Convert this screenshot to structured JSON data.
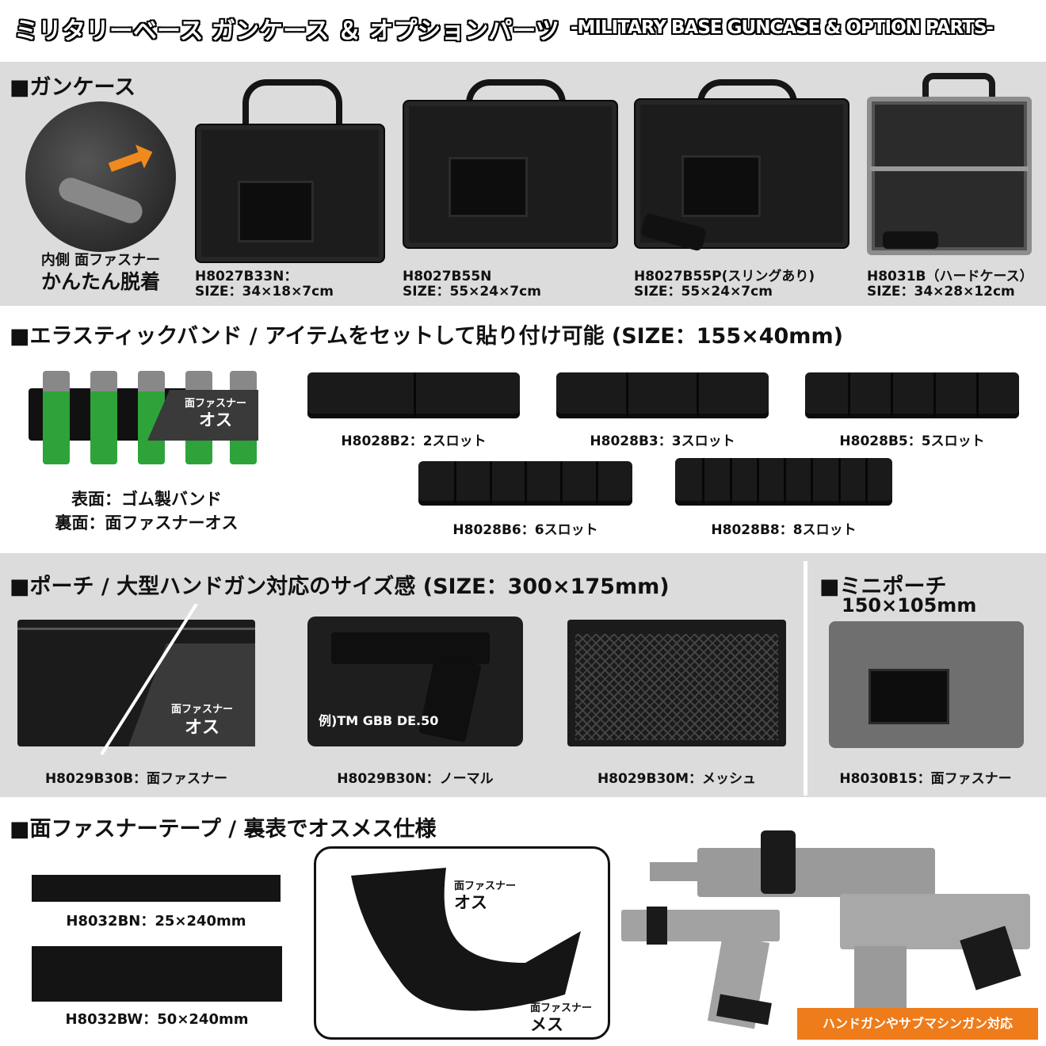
{
  "header": {
    "title": "ミリタリーベース ガンケース ＆ オプションパーツ",
    "subtitle": "-MILITARY BASE GUNCASE & OPTION PARTS-"
  },
  "guncase": {
    "section_title": "■ガンケース",
    "inner_note_line1": "内側 面ファスナー",
    "inner_note_line2": "かんたん脱着",
    "items": [
      {
        "code": "H8027B33N：",
        "size": "SIZE：34×18×7cm"
      },
      {
        "code": "H8027B55N",
        "size": "SIZE：55×24×7cm"
      },
      {
        "code": "H8027B55P(スリングあり)",
        "size": "SIZE：55×24×7cm"
      },
      {
        "code": "H8031B（ハードケース）",
        "size": "SIZE：34×28×12cm"
      }
    ]
  },
  "elastic": {
    "section_title": "■エラスティックバンド / アイテムをセットして貼り付け可能 (SIZE：155×40mm)",
    "tag_small": "面ファスナー",
    "tag_big": "オス",
    "surface_front": "表面：ゴム製バンド",
    "surface_back": "裏面：面ファスナーオス",
    "items": [
      {
        "label": "H8028B2：2スロット",
        "slots": 2
      },
      {
        "label": "H8028B3：3スロット",
        "slots": 3
      },
      {
        "label": "H8028B5：5スロット",
        "slots": 5
      },
      {
        "label": "H8028B6：6スロット",
        "slots": 6
      },
      {
        "label": "H8028B8：8スロット",
        "slots": 8
      }
    ]
  },
  "pouch": {
    "section_title": "■ポーチ / 大型ハンドガン対応のサイズ感 (SIZE：300×175mm)",
    "tag_small": "面ファスナー",
    "tag_big": "オス",
    "example": "例)TM GBB DE.50",
    "items": [
      {
        "label": "H8029B30B：面ファスナー"
      },
      {
        "label": "H8029B30N：ノーマル"
      },
      {
        "label": "H8029B30M：メッシュ"
      }
    ]
  },
  "mini_pouch": {
    "section_title": "■ミニポーチ",
    "size": "150×105mm",
    "label": "H8030B15：面ファスナー"
  },
  "tape": {
    "section_title": "■面ファスナーテープ / 裏表でオスメス仕様",
    "items": [
      {
        "label": "H8032BN：25×240mm"
      },
      {
        "label": "H8032BW：50×240mm"
      }
    ],
    "male_small": "面ファスナー",
    "male_big": "オス",
    "female_small": "面ファスナー",
    "female_big": "メス",
    "badge": "ハンドガンやサブマシンガン対応"
  },
  "colors": {
    "section_gray": "#dcdcdc",
    "accent_orange": "#ee7c1a",
    "product_black": "#1c1c1c"
  }
}
